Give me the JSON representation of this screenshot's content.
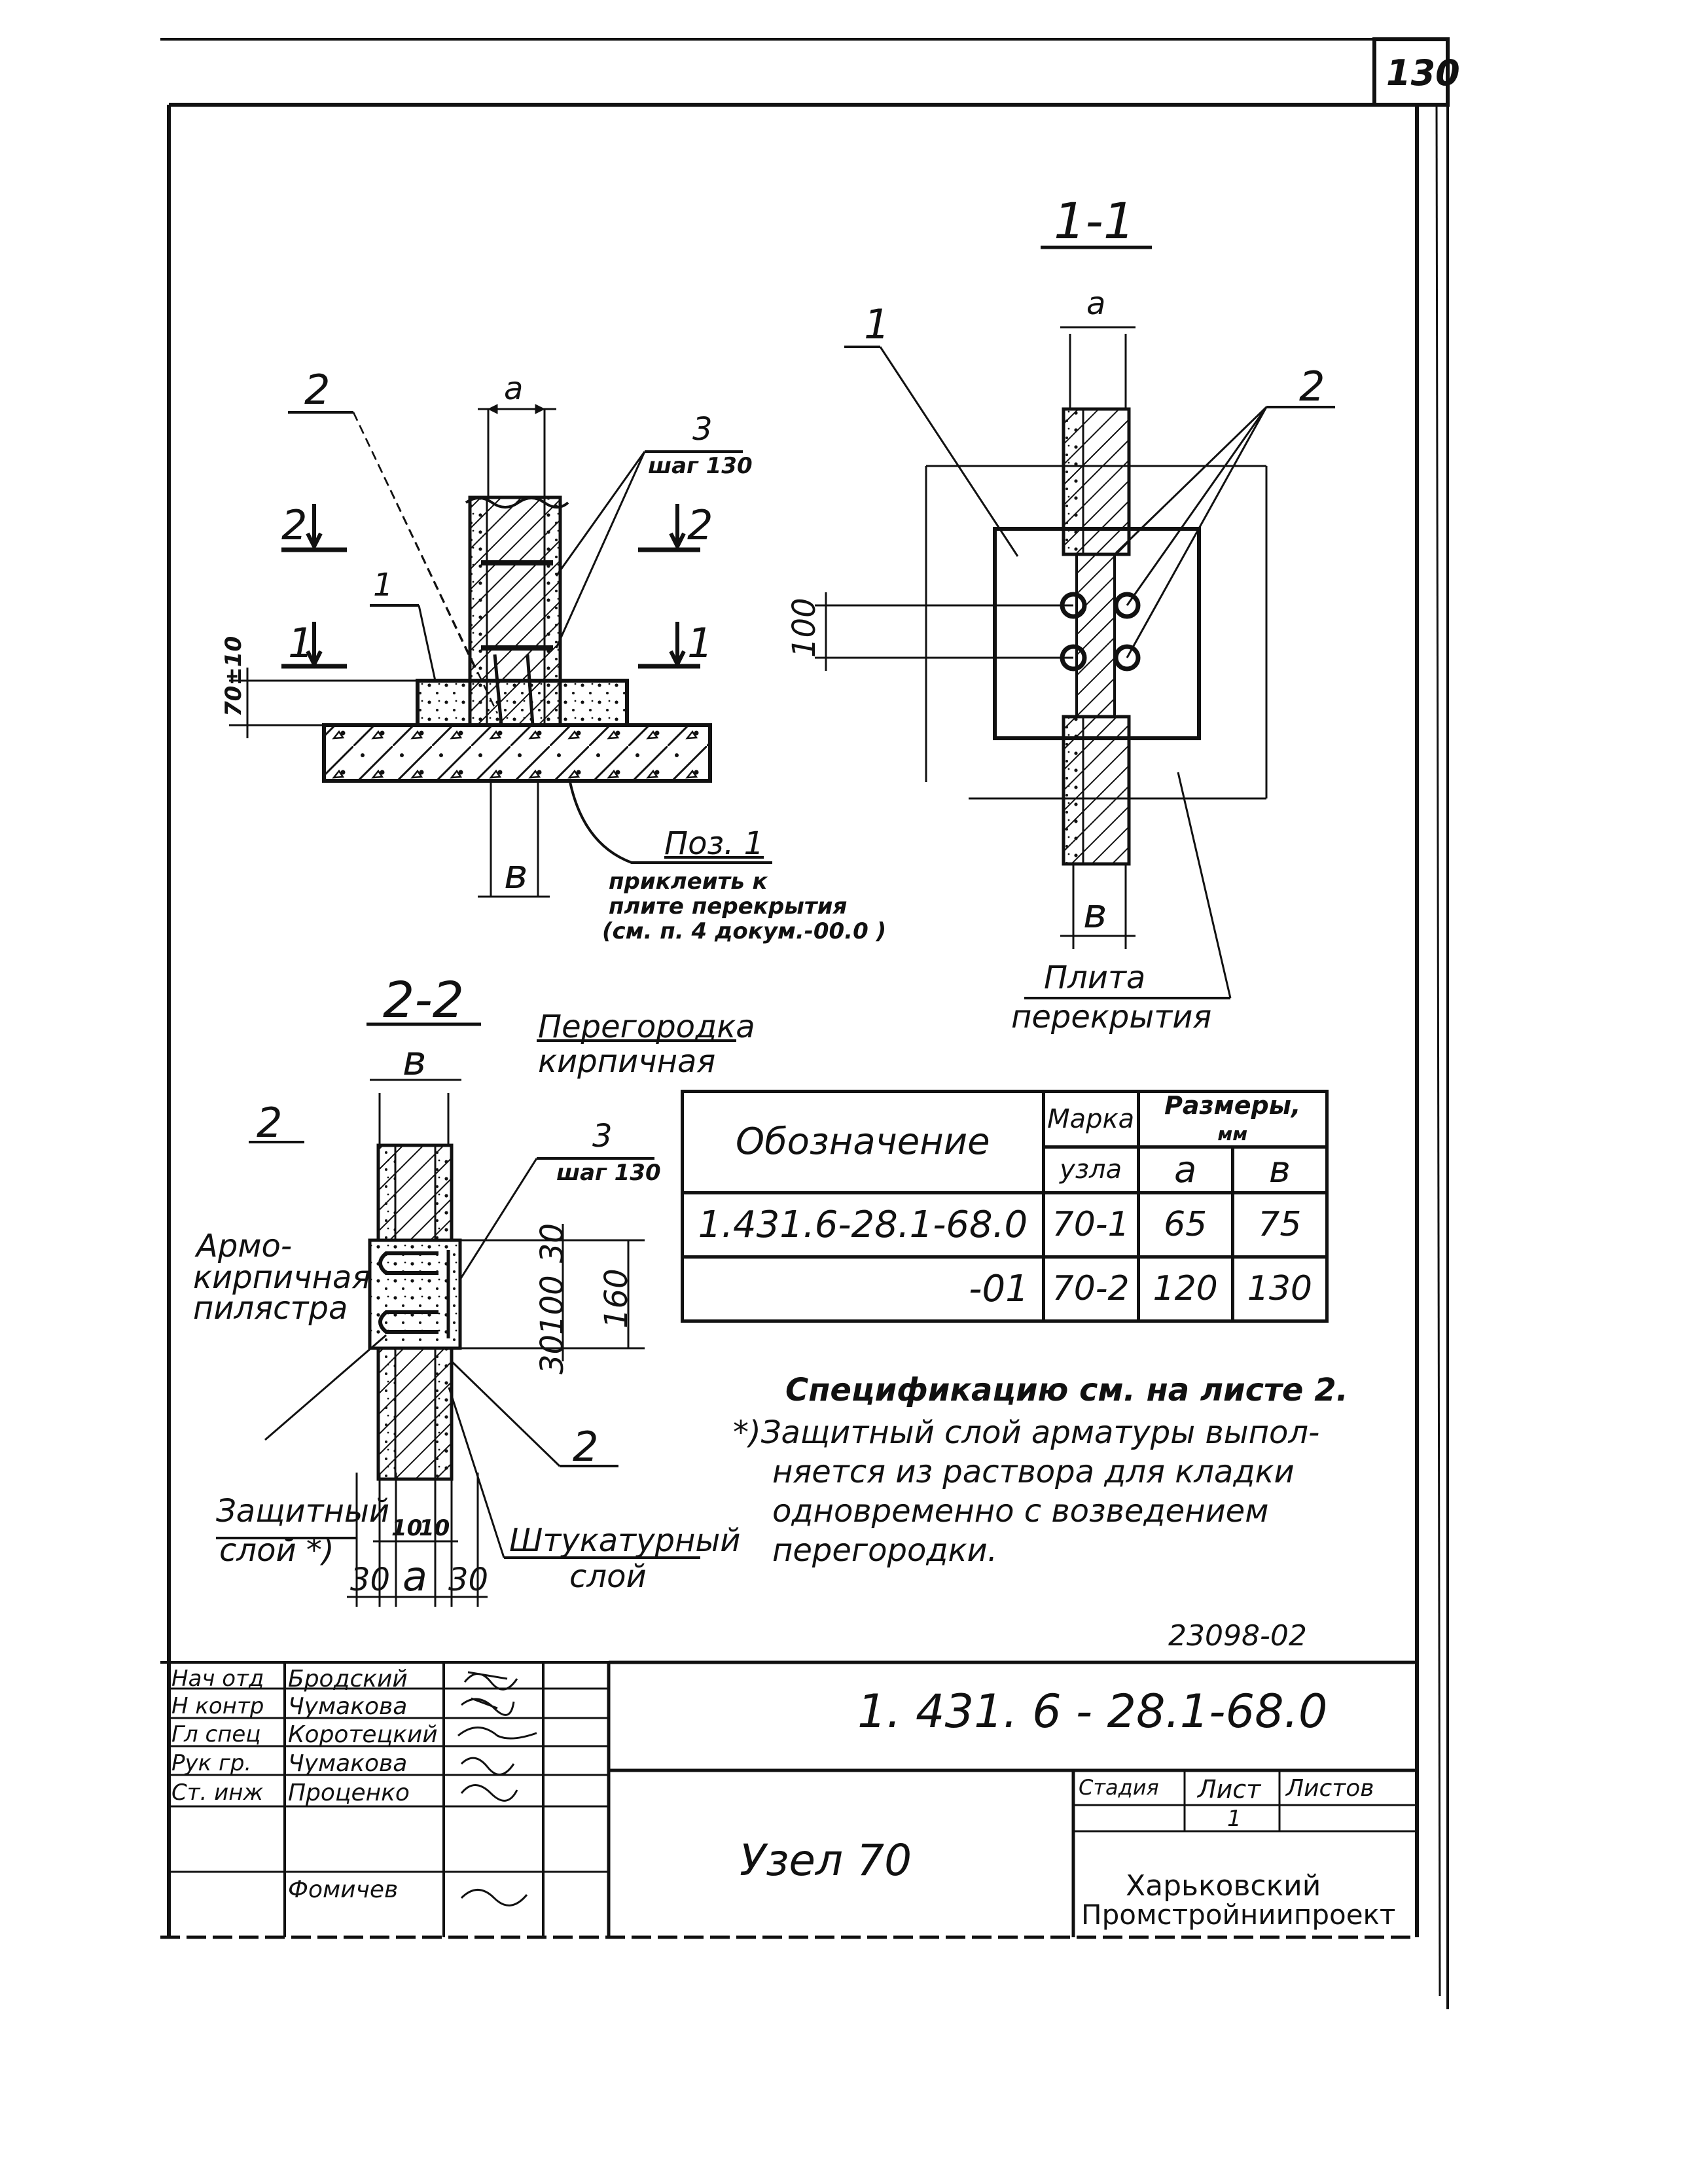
{
  "sheet_number": "130",
  "section_1_1": {
    "title": "1-1",
    "dim_a": "a",
    "dim_b": "в",
    "leader_1": "1",
    "leader_2": "2",
    "dim_100": "100",
    "label_plate": "Плита",
    "label_plate_2": "перекрытия"
  },
  "elevation": {
    "leader_2": "2",
    "leader_3": "3",
    "step": "шаг 130",
    "cut_2_left": "2",
    "cut_2_right": "2",
    "cut_1_left": "1",
    "cut_1_right": "1",
    "leader_1": "1",
    "dim_70": "70±10",
    "dim_a": "a",
    "dim_b": "в",
    "pos_title": "Поз. 1",
    "pos_line1": "приклеить к",
    "pos_line2": "плите перекрытия",
    "pos_line3": "(см. п. 4 докум.-00.0 )"
  },
  "section_2_2": {
    "title": "2-2",
    "dim_b": "в",
    "leader_2_top": "2",
    "leader_3": "3",
    "step": "шаг 130",
    "partition_1": "Перегородка",
    "partition_2": "кирпичная",
    "pilaster_1": "Армо-",
    "pilaster_2": "кирпичная",
    "pilaster_3": "пилястра",
    "dim_30_top": "30",
    "dim_100": "100",
    "dim_30_bottom": "30",
    "dim_160": "160",
    "leader_2_bottom": "2",
    "protective_1": "Защитный",
    "protective_2": "слой *)",
    "dim_10a": "10",
    "dim_10b": "10",
    "plaster_1": "Штукатурный",
    "plaster_2": "слой",
    "dim_30_left": "30",
    "dim_a": "a",
    "dim_30_right": "30"
  },
  "table": {
    "h_designation": "Обозначение",
    "h_mark_1": "Марка",
    "h_mark_2": "узла",
    "h_sizes_1": "Размеры,",
    "h_sizes_2": "мм",
    "h_a": "a",
    "h_b": "в",
    "rows": [
      {
        "designation": "1.431.6-28.1-68.0",
        "mark": "70-1",
        "a": "65",
        "b": "75"
      },
      {
        "designation": "-01",
        "mark": "70-2",
        "a": "120",
        "b": "130"
      }
    ]
  },
  "notes": {
    "spec_ref": "Спецификацию см. на листе 2.",
    "note_1": "*)Защитный слой арматуры выпол-",
    "note_2": "няется из раствора для кладки",
    "note_3": "одновременно с возведением",
    "note_4": "перегородки."
  },
  "stamp": {
    "archive_no": "23098-02",
    "doc_code": "1. 431. 6 - 28.1-68.0",
    "title": "Узел 70",
    "roles": [
      "Нач отд",
      "Н контр",
      "Гл спец",
      "Рук гр.",
      "Ст. инж",
      ""
    ],
    "names": [
      "Бродский",
      "Чумакова",
      "Коротецкий",
      "Чумакова",
      "Проценко",
      "Фомичев"
    ],
    "h_stage": "Стадия",
    "h_sheet": "Лист",
    "h_sheets": "Листов",
    "stage": "",
    "sheet": "1",
    "sheets": "",
    "org_1": "Харьковский",
    "org_2": "Промстройниипроект"
  }
}
